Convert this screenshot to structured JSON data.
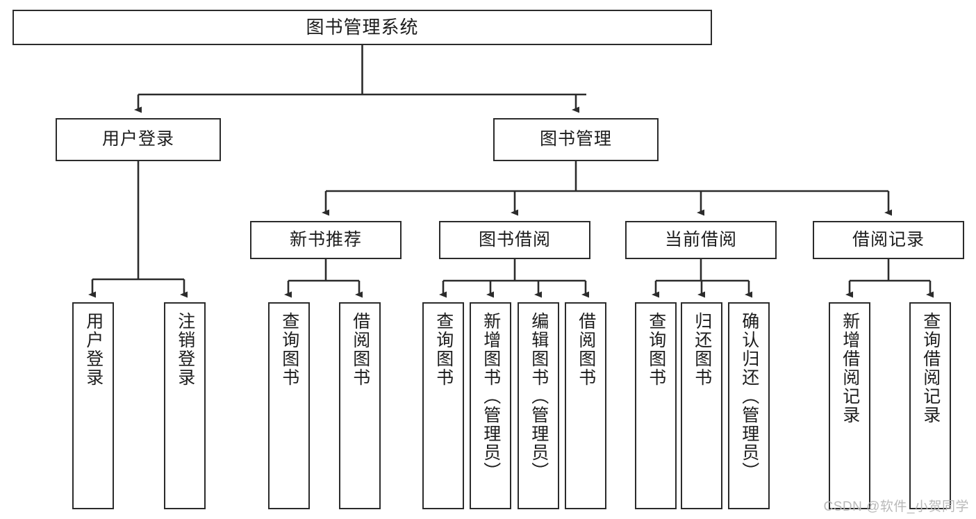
{
  "diagram": {
    "title": "图书管理系统",
    "watermark": "CSDN @软件_小贺同学",
    "colors": {
      "box_border": "#2b2b2b",
      "box_fill": "#ffffff",
      "line": "#2b2b2b",
      "text": "#1c1c1c",
      "watermark": "#b9b9b9",
      "background": "#ffffff"
    },
    "root": {
      "label": "图书管理系统"
    },
    "level2": [
      {
        "label": "用户登录"
      },
      {
        "label": "图书管理"
      }
    ],
    "level3": [
      {
        "label": "新书推荐"
      },
      {
        "label": "图书借阅"
      },
      {
        "label": "当前借阅"
      },
      {
        "label": "借阅记录"
      }
    ],
    "leaves": {
      "user_login": [
        {
          "label": "用户登录"
        },
        {
          "label": "注销登录"
        }
      ],
      "new_book_recommend": [
        {
          "label": "查询图书"
        },
        {
          "label": "借阅图书"
        }
      ],
      "book_borrow": [
        {
          "label": "查询图书"
        },
        {
          "label": "新增图书（管理员）"
        },
        {
          "label": "编辑图书（管理员）"
        },
        {
          "label": "借阅图书"
        }
      ],
      "current_borrow": [
        {
          "label": "查询图书"
        },
        {
          "label": "归还图书"
        },
        {
          "label": "确认归还（管理员）"
        }
      ],
      "borrow_record": [
        {
          "label": "新增借阅记录"
        },
        {
          "label": "查询借阅记录"
        }
      ]
    }
  }
}
